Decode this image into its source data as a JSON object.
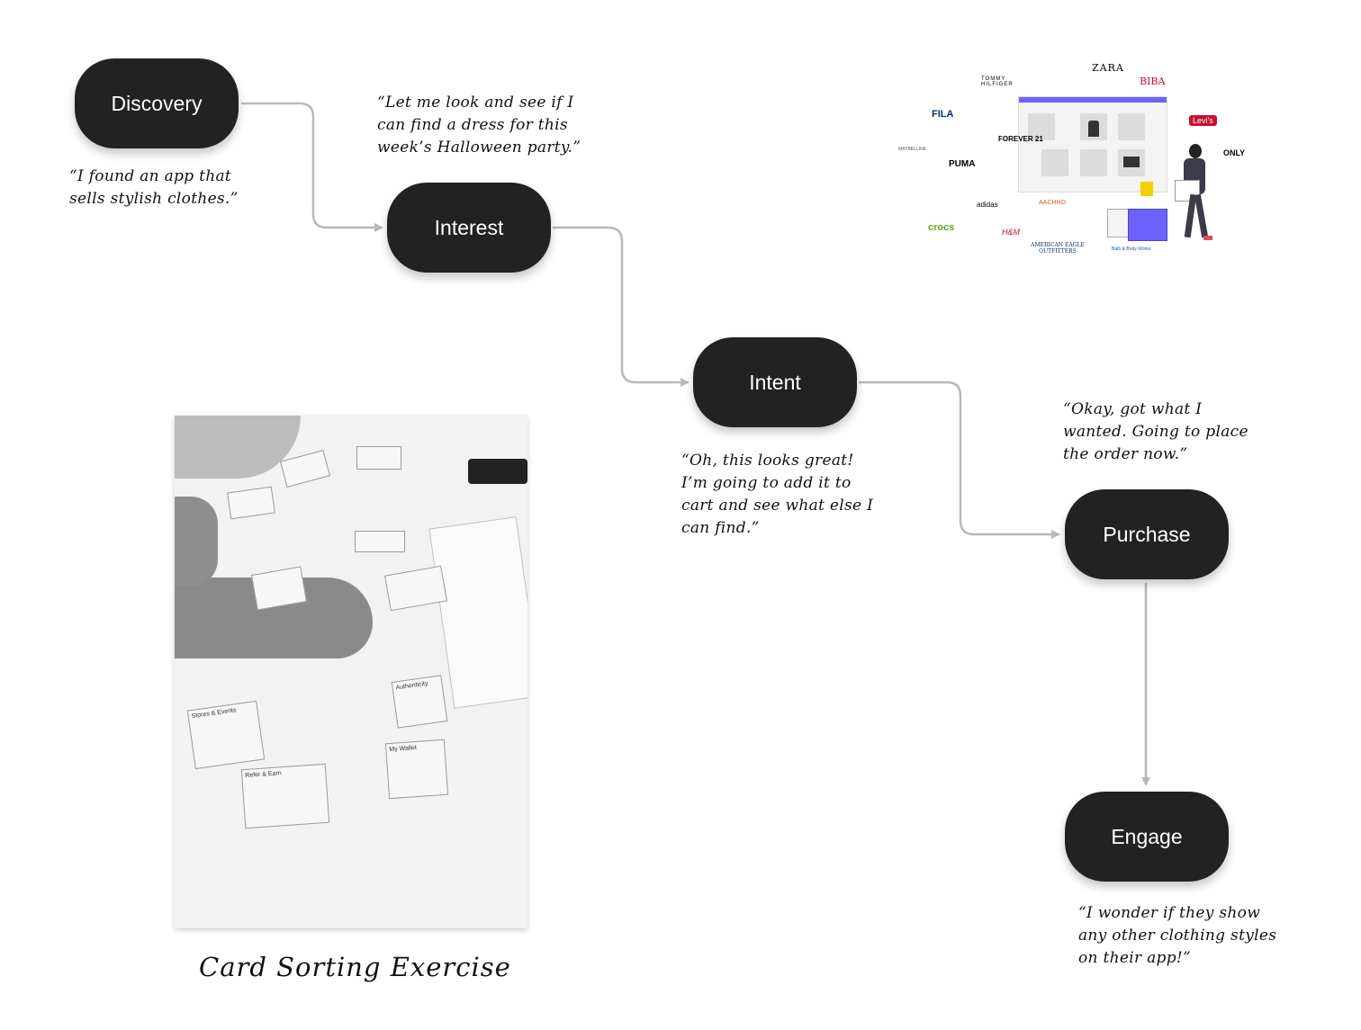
{
  "stages": [
    {
      "label": "Discovery",
      "quote": "“I found an app that\nsells stylish clothes.”"
    },
    {
      "label": "Interest",
      "quote": "“Let me look and see if I\ncan find a dress for this\nweek’s Halloween party.”"
    },
    {
      "label": "Intent",
      "quote": "“Oh, this looks great!\nI’m going to add it to\ncart and see what else I\ncan find.”"
    },
    {
      "label": "Purchase",
      "quote": "“Okay, got what I\nwanted. Going to place\nthe order now.”"
    },
    {
      "label": "Engage",
      "quote": "“I wonder if they show\nany other clothing styles\non their app!”"
    }
  ],
  "photo_caption": "Card Sorting Exercise",
  "photo_cards": [
    "Authenticity",
    "My Wallet",
    "Stores & Events",
    "Refer & Earn"
  ],
  "brands": [
    "ZARA",
    "TOMMY HILFIGER",
    "BIBA",
    "FILA",
    "Levi's",
    "MAYBELLINE",
    "FOREVER 21",
    "PUMA",
    "ONLY",
    "adidas",
    "AACHHO",
    "crocs",
    "H&M",
    "AMERICAN EAGLE OUTFITTERS",
    "Bath & Body Works"
  ],
  "colors": {
    "node": "#222222",
    "connector": "#b9b9b9",
    "accent": "#6c63ff"
  }
}
